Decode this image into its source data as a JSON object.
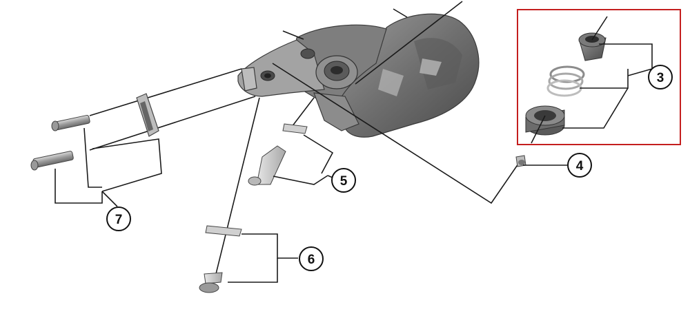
{
  "callouts": [
    {
      "id": "3",
      "label": "3"
    },
    {
      "id": "4",
      "label": "4"
    },
    {
      "id": "5",
      "label": "5"
    },
    {
      "id": "6",
      "label": "6"
    },
    {
      "id": "7",
      "label": "7"
    }
  ],
  "colors": {
    "highlight_box": "#c41e1e",
    "part_dark": "#5a5a5a",
    "part_mid": "#8a8a8a",
    "part_light": "#c9c9c9",
    "line": "#1a1a1a"
  }
}
